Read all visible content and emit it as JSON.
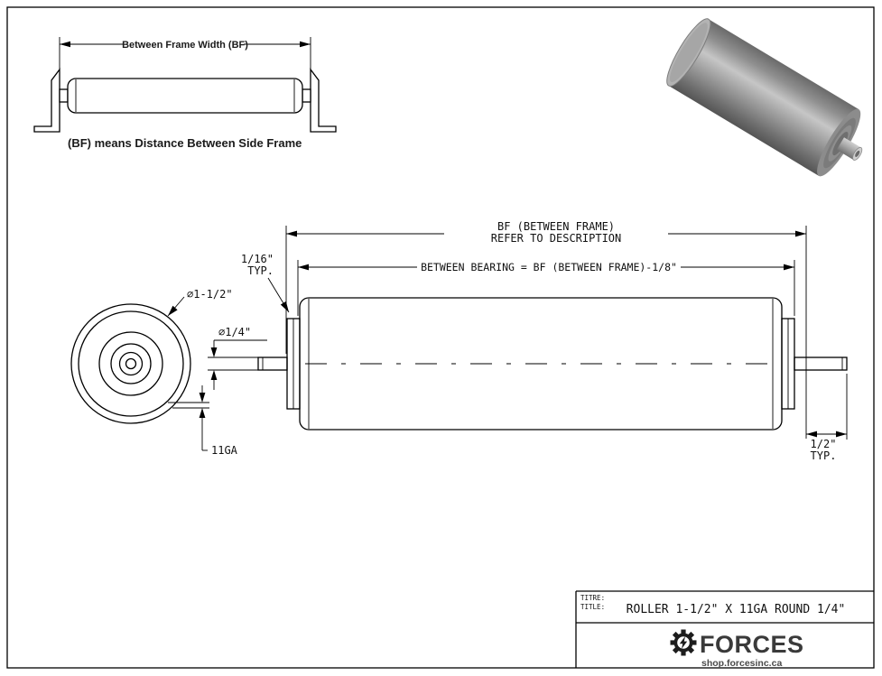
{
  "colors": {
    "ink": "#000000",
    "brand_gray": "#3a3a3a"
  },
  "inset": {
    "dim_label": "Between Frame Width (BF)",
    "caption": "(BF) means Distance Between Side Frame"
  },
  "front_view": {
    "roller_dia": "∅1-1/2\"",
    "shaft_dia": "∅1/4\"",
    "gauge": "11GA"
  },
  "side_view": {
    "bf_line1": "BF (BETWEEN FRAME)",
    "bf_line2": "REFER TO DESCRIPTION",
    "between_bearing": "BETWEEN BEARING = BF (BETWEEN FRAME)-1/8\"",
    "gap_value": "1/16\"",
    "gap_typ": "TYP.",
    "protrusion_value": "1/2\"",
    "protrusion_typ": "TYP."
  },
  "title_block": {
    "label_fr": "TITRE:",
    "label_en": "TITLE:",
    "title": "ROLLER 1-1/2\" X 11GA ROUND 1/4\"",
    "brand": "FORCES",
    "website": "shop.forcesinc.ca"
  }
}
